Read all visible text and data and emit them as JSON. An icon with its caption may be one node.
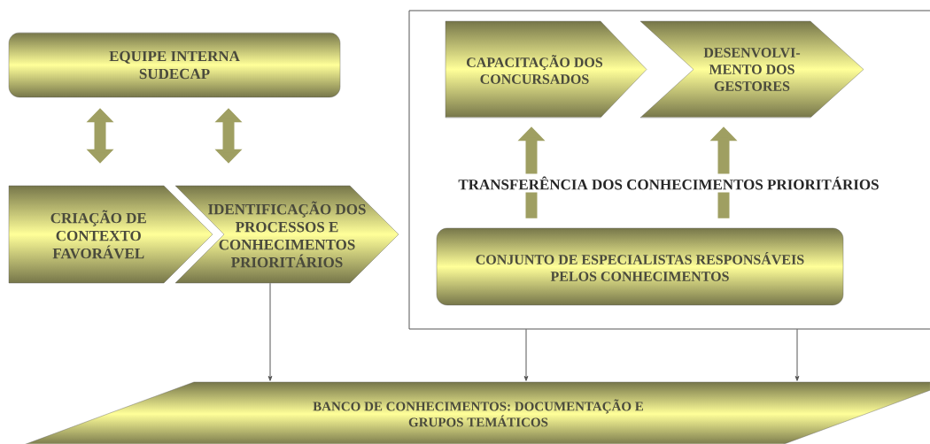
{
  "diagram": {
    "nodes": [
      {
        "text": [
          "EQUIPE INTERNA SUDECAP"
        ]
      },
      {
        "text": [
          "CRIAÇÃO DE CONTEXTO FAVORÁVEL"
        ]
      },
      {
        "text": [
          "IDENTIFICAÇÃO DOS PROCESSOS E CONHECIMENTOS PRIORITÁRIOS"
        ]
      },
      {
        "text": [],
        "shape": "box"
      },
      {
        "text": [
          "CAPACITAÇÃO DOS CONCURSADOS"
        ],
        "in": 3
      },
      {
        "text": [
          "DESENVOLVI- MENTO DOS GESTORES"
        ],
        "in": 3
      },
      {
        "text": [
          "CONJUNTO DE ESPECIALISTAS RESPONSÁVEIS PELOS CONHECIMENTOS"
        ],
        "in": 3
      },
      {
        "text": [
          "BANCO DE CONHECIMENTOS: DOCUMENTAÇÃO E GRUPOS TEMÁTICOS"
        ]
      }
    ],
    "edges": [
      {
        "from": 0,
        "to": 1,
        "arrow": "both"
      },
      {
        "from": 0,
        "to": 2,
        "arrow": "both"
      },
      {
        "from": 6,
        "to": 4,
        "arrow": "to"
      },
      {
        "from": 6,
        "to": 5,
        "arrow": "to"
      },
      {
        "from": 2,
        "to": 7,
        "arrow": "to"
      },
      {
        "from": 3,
        "to": 7,
        "arrow": "to"
      },
      {
        "from": 3,
        "to": 7,
        "arrow": "to"
      }
    ],
    "labels": [
      "TRANSFERÊNCIA DOS CONHECIMENTOS PRIORITÁRIOS"
    ]
  }
}
